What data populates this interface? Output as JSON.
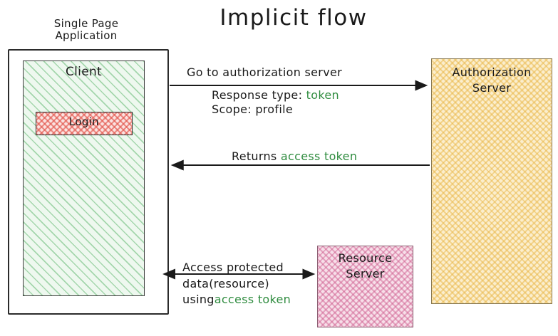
{
  "title": "Implicit flow",
  "nodes": {
    "spa": {
      "caption_line1": "Single Page",
      "caption_line2": "Application",
      "client_label": "Client",
      "login_label": "Login"
    },
    "authorization_server": {
      "line1": "Authorization",
      "line2": "Server"
    },
    "resource_server": {
      "line1": "Resource",
      "line2": "Server"
    }
  },
  "messages": {
    "step1": {
      "headline": "Go to authorization server",
      "param1_key": "Response type: ",
      "param1_value": "token",
      "param2": "Scope: profile",
      "direction": "client-to-authorization-server"
    },
    "step2": {
      "prefix": "Returns ",
      "highlight": "access token",
      "direction": "authorization-server-to-client"
    },
    "step3": {
      "line1": "Access protected",
      "line2": "data(resource)",
      "line3_prefix": "using",
      "line3_highlight": "access token",
      "direction": "bidirectional"
    }
  },
  "colors": {
    "highlight_green": "#2f8c3f",
    "client_fill": "#eef8ef",
    "client_hatch": "#67ba76",
    "login_fill": "#fbe3e1",
    "login_hatch": "#e15046",
    "authorization_fill": "#fbeecd",
    "authorization_hatch": "#e8b23c",
    "resource_fill": "#f7dfe9",
    "resource_hatch": "#ce5a8c",
    "stroke": "#1a1a1a",
    "background": "#ffffff"
  }
}
